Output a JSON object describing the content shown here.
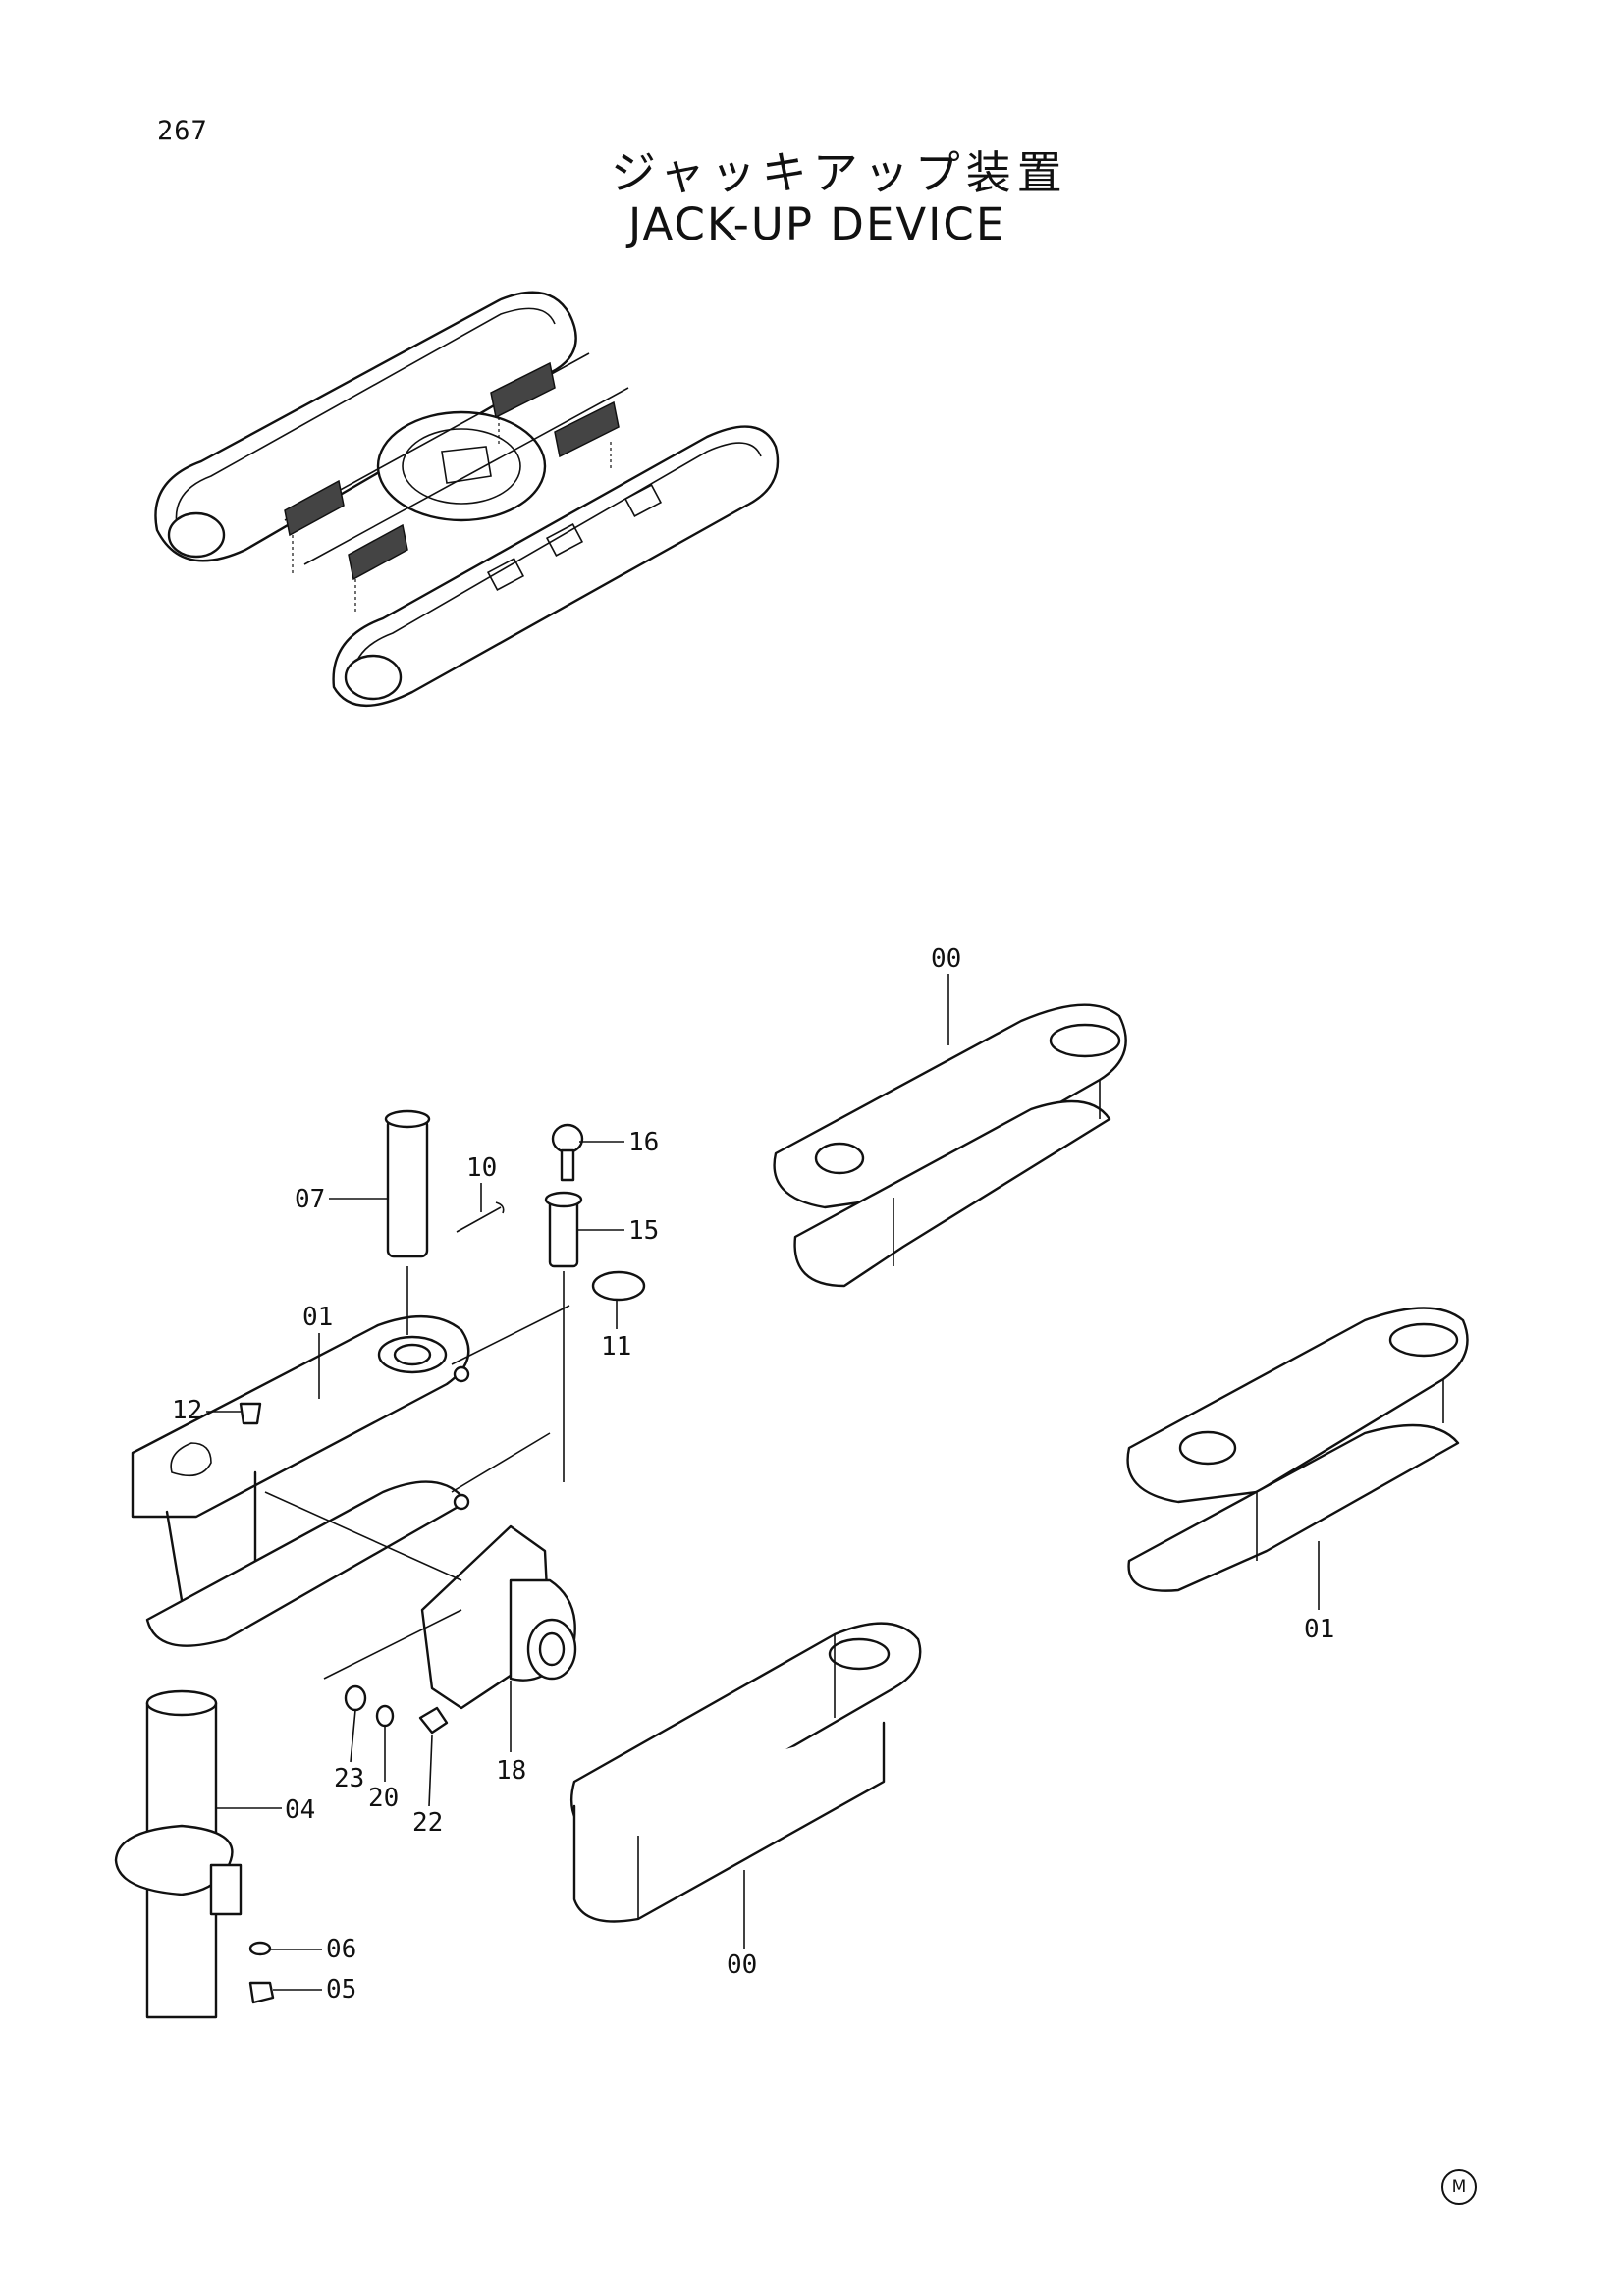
{
  "page_number": "267",
  "title_ja": "ジャッキアップ装置",
  "title_en": "JACK-UP DEVICE",
  "callouts": [
    "00",
    "00",
    "01",
    "01",
    "04",
    "05",
    "06",
    "07",
    "10",
    "11",
    "12",
    "15",
    "16",
    "18",
    "20",
    "22",
    "23"
  ],
  "mark": "M"
}
